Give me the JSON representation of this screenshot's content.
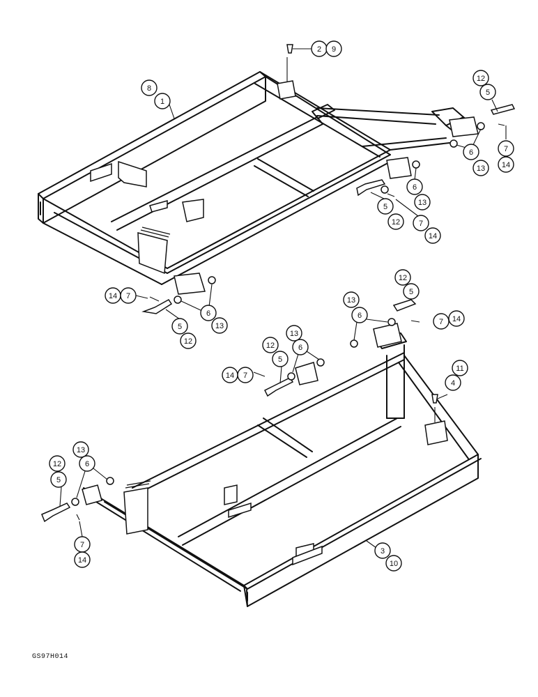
{
  "figure_code": "GS97H014",
  "callouts": {
    "top_fitting_a": "2",
    "top_fitting_b": "9",
    "top_frame_a": "8",
    "top_frame_b": "1",
    "top_right_pin_a": "12",
    "top_right_pin_b": "5",
    "top_right_washer_a": "6",
    "top_right_washer_b": "13",
    "top_right_cotter_a": "7",
    "top_right_cotter_b": "14",
    "top_mid_washer_a": "6",
    "top_mid_washer_b": "13",
    "top_mid_pin_a": "5",
    "top_mid_pin_b": "12",
    "top_mid_cotter_a": "7",
    "top_mid_cotter_b": "14",
    "top_left_cotter_a": "14",
    "top_left_cotter_b": "7",
    "top_left_washer_a": "6",
    "top_left_washer_b": "13",
    "top_left_pin_a": "5",
    "top_left_pin_b": "12",
    "bot_right_pin_a": "12",
    "bot_right_pin_b": "5",
    "bot_right_washer_a": "13",
    "bot_right_washer_b": "6",
    "bot_right_cotter_a": "7",
    "bot_right_cotter_b": "14",
    "bot_mid_washer_a": "13",
    "bot_mid_washer_b": "6",
    "bot_mid_pin_a": "12",
    "bot_mid_pin_b": "5",
    "bot_mid_cotter_a": "14",
    "bot_mid_cotter_b": "7",
    "bot_fitting_a": "11",
    "bot_fitting_b": "4",
    "bot_left_washer_a": "13",
    "bot_left_washer_b": "6",
    "bot_left_pin_a": "12",
    "bot_left_pin_b": "5",
    "bot_left_cotter_a": "7",
    "bot_left_cotter_b": "14",
    "bot_frame_a": "3",
    "bot_frame_b": "10"
  }
}
